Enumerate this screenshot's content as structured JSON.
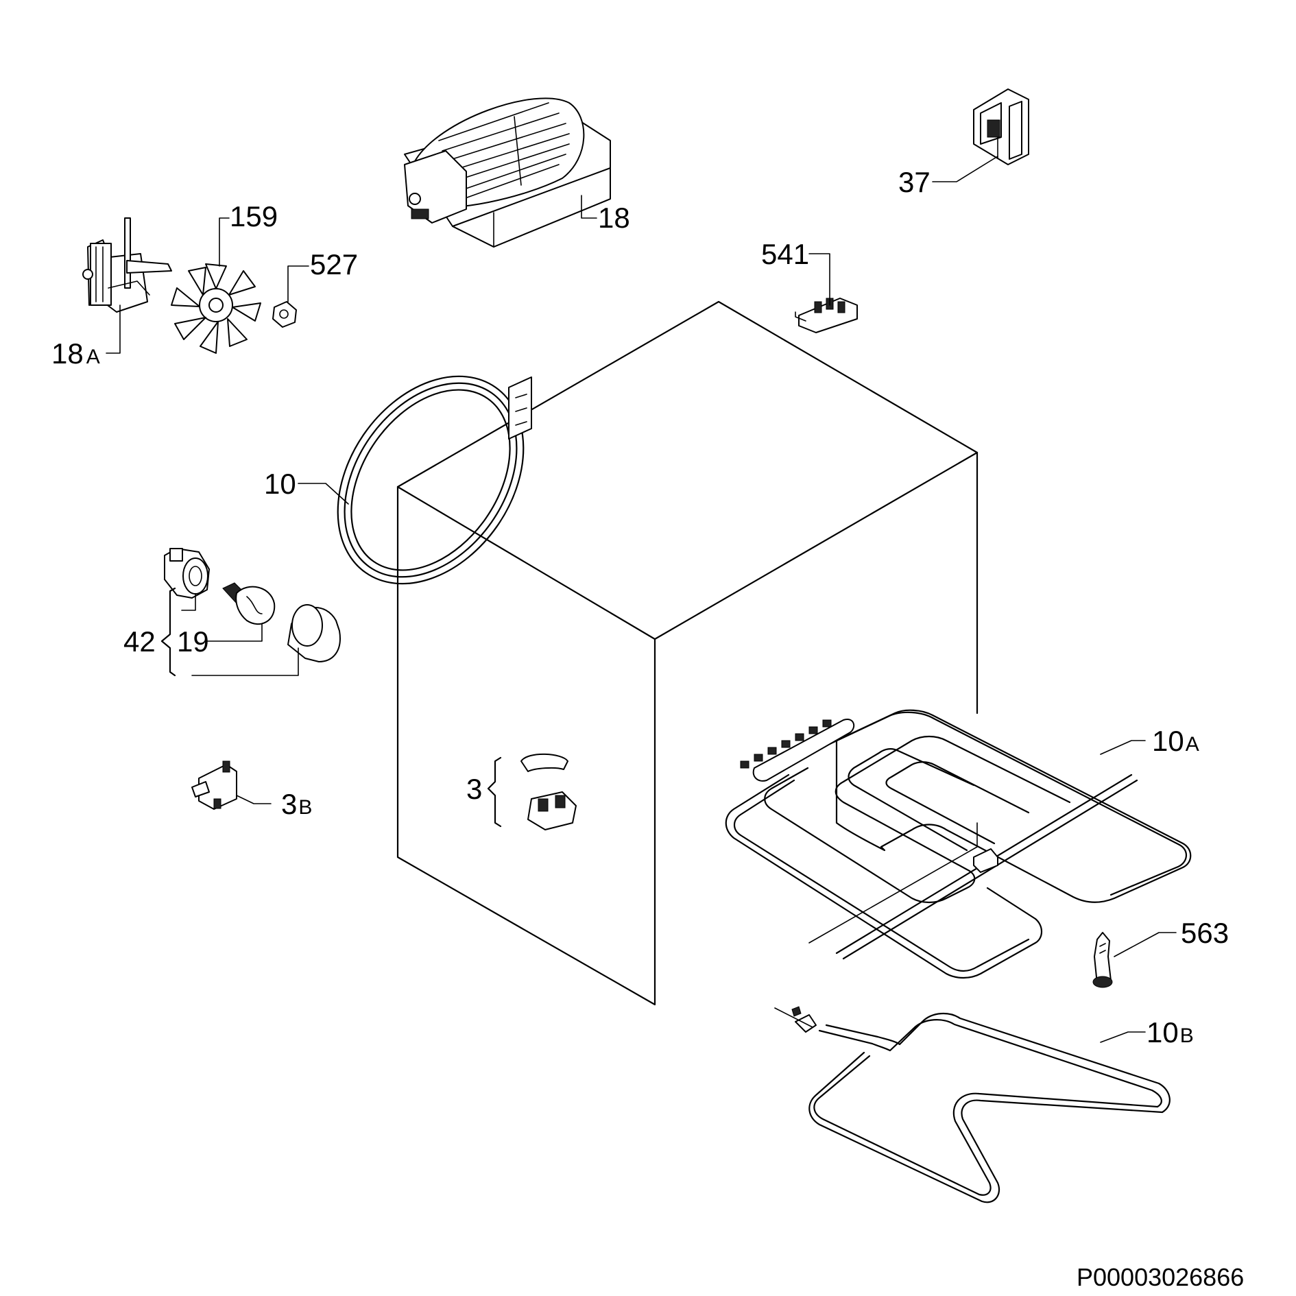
{
  "labels": {
    "p159": "159",
    "p527": "527",
    "p18": "18",
    "p18a": "18",
    "p18a_suffix": "A",
    "p37": "37",
    "p541": "541",
    "p10": "10",
    "p42": "42",
    "p19": "19",
    "p3": "3",
    "p3b": "3",
    "p3b_suffix": "B",
    "p10a": "10",
    "p10a_suffix": "A",
    "p563": "563",
    "p10b": "10",
    "p10b_suffix": "B"
  },
  "drawing_code": "P00003026866"
}
